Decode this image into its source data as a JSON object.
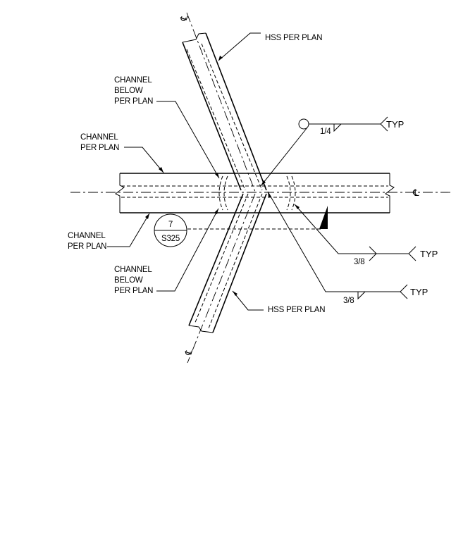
{
  "labels": {
    "hss_top": "HSS PER PLAN",
    "hss_bottom": "HSS PER PLAN",
    "channel_below_top": [
      "CHANNEL",
      "BELOW",
      "PER PLAN"
    ],
    "channel_per_plan_top": [
      "CHANNEL",
      "PER PLAN"
    ],
    "channel_per_plan_bottom": [
      "CHANNEL",
      "PER PLAN"
    ],
    "channel_below_bottom": [
      "CHANNEL",
      "BELOW",
      "PER PLAN"
    ]
  },
  "section_marker": {
    "number": "7",
    "sheet": "S325"
  },
  "welds": [
    {
      "size": "1/4",
      "note": "TYP"
    },
    {
      "size": "3/8",
      "note": "TYP"
    },
    {
      "size": "3/8",
      "note": "TYP"
    }
  ],
  "centerline_symbol": "℄"
}
